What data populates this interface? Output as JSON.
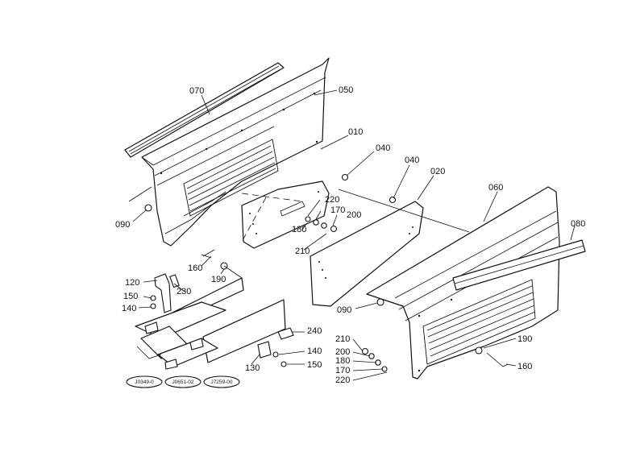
{
  "callouts": {
    "c070": "070",
    "c050": "050",
    "c010": "010",
    "c040a": "040",
    "c040b": "040",
    "c020": "020",
    "c060": "060",
    "c080": "080",
    "c090a": "090",
    "c090b": "090",
    "c220a": "220",
    "c170a": "170",
    "c180a": "180",
    "c200a": "200",
    "c210a": "210",
    "c160a": "160",
    "c190a": "190",
    "c120": "120",
    "c230": "230",
    "c150a": "150",
    "c140a": "140",
    "c240": "240",
    "c140b": "140",
    "c150b": "150",
    "c130": "130",
    "c210b": "210",
    "c200b": "200",
    "c180b": "180",
    "c170b": "170",
    "c220b": "220",
    "c190b": "190",
    "c160b": "160"
  },
  "reference_tags": [
    "J0349-0",
    "J0651-02",
    "J7259-00"
  ]
}
